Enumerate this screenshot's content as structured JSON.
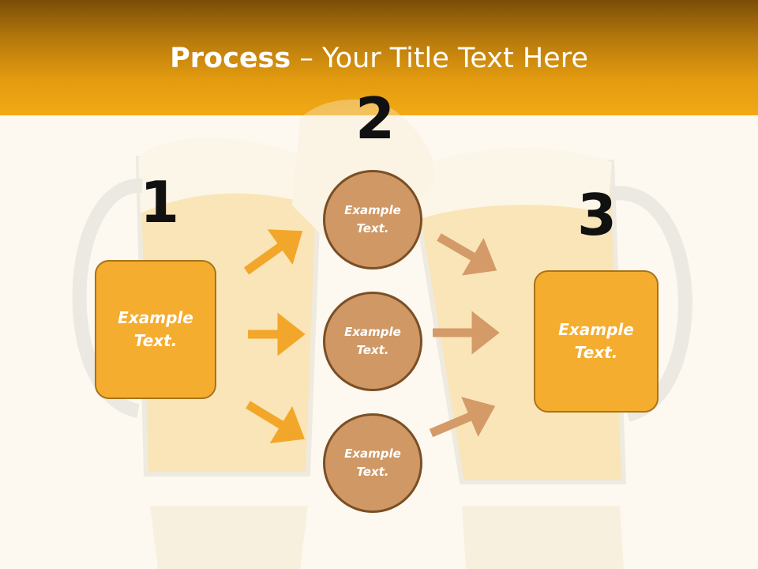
{
  "title": {
    "bold": "Process",
    "rest": " – Your Title Text Here"
  },
  "steps": [
    {
      "number": "1",
      "text": "Example Text."
    },
    {
      "number": "2",
      "items": [
        "Example Text.",
        "Example Text.",
        "Example Text."
      ]
    },
    {
      "number": "3",
      "text": "Example Text."
    }
  ],
  "colors": {
    "header": "#f2a915",
    "box_fill": "#f5ad2f",
    "circle_fill": "#cf9865",
    "arrow_left": "#f2a72a",
    "arrow_right": "#d49a68"
  },
  "background_image": "two beer mugs clinking"
}
